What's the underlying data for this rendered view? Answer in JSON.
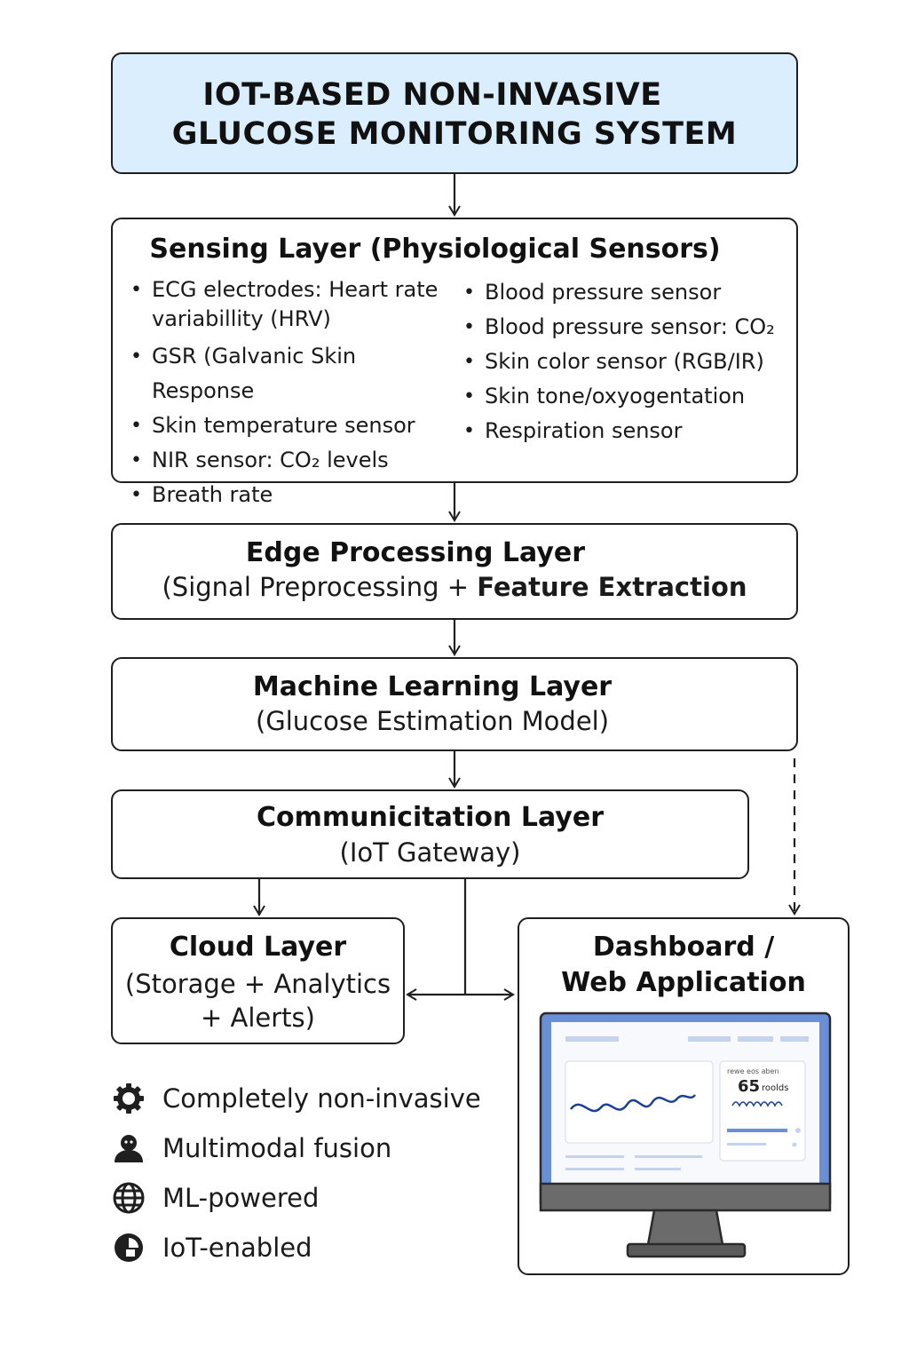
{
  "title": {
    "line1": "IOT-BASED NON-INVASIVE",
    "line2": "GLUCOSE MONITORING  SYSTEM"
  },
  "sensing": {
    "heading": "Sensing Layer (Physiological Sensors)",
    "left_items": [
      "ECG electrodes: Heart rate variabillity (HRV)",
      "GSR (Galvanic Skin Response",
      "Skin temperature sensor",
      "NIR sensor: CO₂ levels",
      "Breath rate"
    ],
    "right_items": [
      "Blood pressure sensor",
      "Blood pressure sensor: CO₂",
      "Skin color sensor (RGB/IR)",
      "Skin tone/oxyogentation",
      "Respiration sensor"
    ]
  },
  "edge": {
    "heading": "Edge Processing Layer",
    "sub_plain": "(Signal Preprocessing + ",
    "sub_bold": "Feature Extraction"
  },
  "ml": {
    "heading": "Machine Learning Layer",
    "sub": "(Glucose Estimation Model)"
  },
  "comm": {
    "heading": "Communicitation Layer",
    "sub": "(IoT Gateway)"
  },
  "cloud": {
    "heading": "Cloud Layer",
    "sub1": "(Storage + Analytics",
    "sub2": "+ Alerts)"
  },
  "dashboard": {
    "heading1": "Dashboard /",
    "heading2": "Web Application",
    "screen_label": "rewe eos aben",
    "screen_value": "65",
    "screen_unit": "roolds"
  },
  "features": [
    {
      "icon": "gear-icon",
      "label": "Completely non-invasive"
    },
    {
      "icon": "person-icon",
      "label": "Multimodal fusion"
    },
    {
      "icon": "globe-icon",
      "label": "ML-powered"
    },
    {
      "icon": "pie-icon",
      "label": "IoT-enabled"
    }
  ],
  "colors": {
    "title_fill": "#dbeefe",
    "monitor_frame": "#6b8fd6",
    "chart_line": "#1d3f94"
  }
}
